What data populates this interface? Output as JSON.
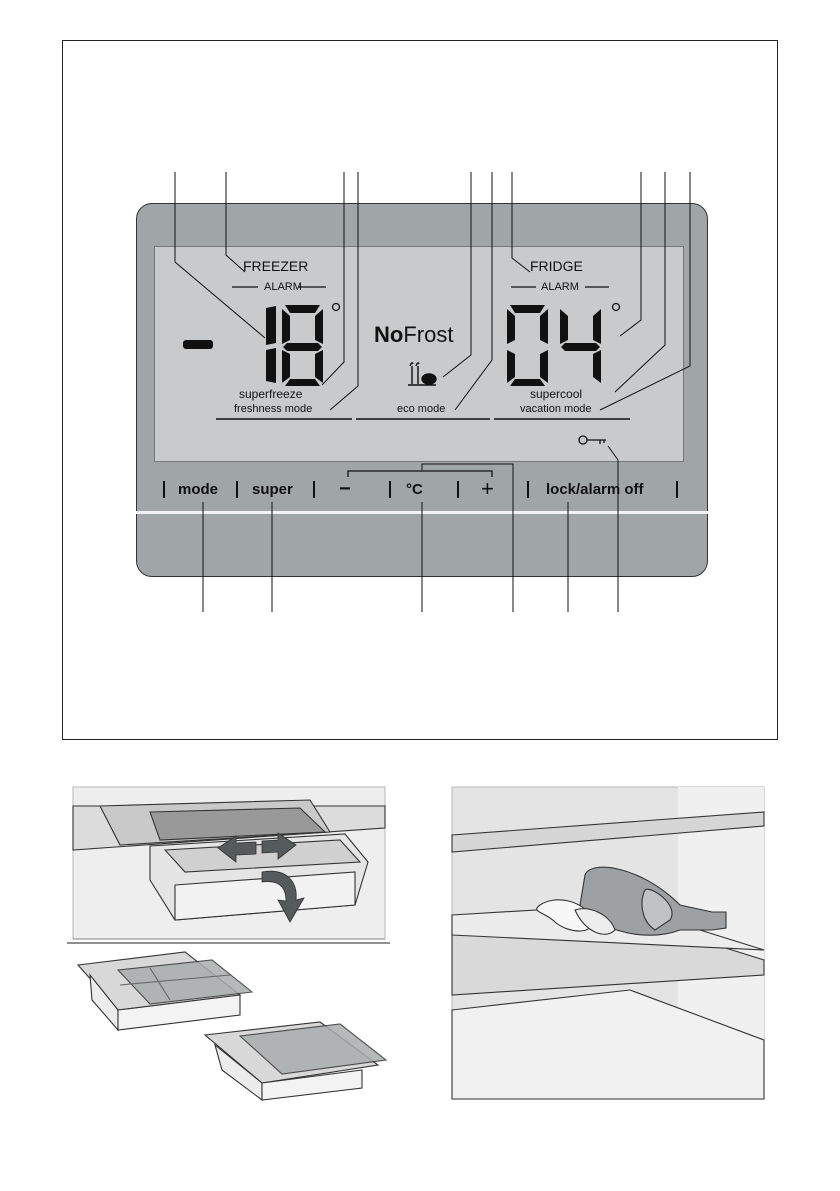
{
  "display": {
    "freezer_label": "FREEZER",
    "freezer_alarm": "ALARM",
    "fridge_label": "FRIDGE",
    "fridge_alarm": "ALARM",
    "freezer_temp": "-18",
    "fridge_temp": "04",
    "degree_symbol": "°",
    "nofrost_bold": "No",
    "nofrost_regular": "Frost",
    "superfreeze": "superfreeze",
    "freshness_mode": "freshness mode",
    "eco_mode": "eco mode",
    "supercool": "supercool",
    "vacation_mode": "vacation mode"
  },
  "buttons": {
    "mode": "mode",
    "super": "super",
    "minus": "−",
    "celsius": "°C",
    "plus": "+",
    "lock_alarm_off": "lock/alarm off"
  },
  "icons": {
    "eco": "eco-leaf-icon",
    "key": "key-lock-icon",
    "arrows": "double-arrow-icon",
    "tilt": "curved-arrow-icon"
  },
  "colors": {
    "panel": "#a0a6a8",
    "screen": "#c8cacb",
    "arrow": "#555a5c"
  }
}
